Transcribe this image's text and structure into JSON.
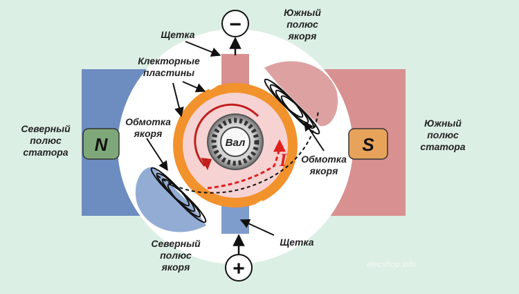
{
  "labels": {
    "brush_top": "Щетка",
    "brush_bottom": "Щетка",
    "commutator": [
      "Клекторные",
      "пластины"
    ],
    "winding_left": [
      "Обмотка",
      "якоря"
    ],
    "winding_right": [
      "Обмотка",
      "якоря"
    ],
    "stator_north": [
      "Северный",
      "полюс",
      "статора"
    ],
    "stator_south": [
      "Южный",
      "полюс",
      "статора"
    ],
    "armature_north": [
      "Северный",
      "полюс",
      "якоря"
    ],
    "armature_south": [
      "Южный",
      "полюс",
      "якоря"
    ],
    "shaft": "Вал",
    "current": "I",
    "minus": "−",
    "plus": "+",
    "pole_n": "N",
    "pole_s": "S",
    "watermark": "elecshop.info"
  },
  "colors": {
    "background": "#dcefe4",
    "stator_north": "#6d8dc0",
    "stator_south": "#d89090",
    "commutator": "#f2922d",
    "rotor": "#f6d2d2",
    "pole_box_n": "#7fa87a",
    "pole_box_s": "#e8a35b",
    "current_arrow": "#e0201e",
    "rotation_arrow": "#c0201e"
  }
}
